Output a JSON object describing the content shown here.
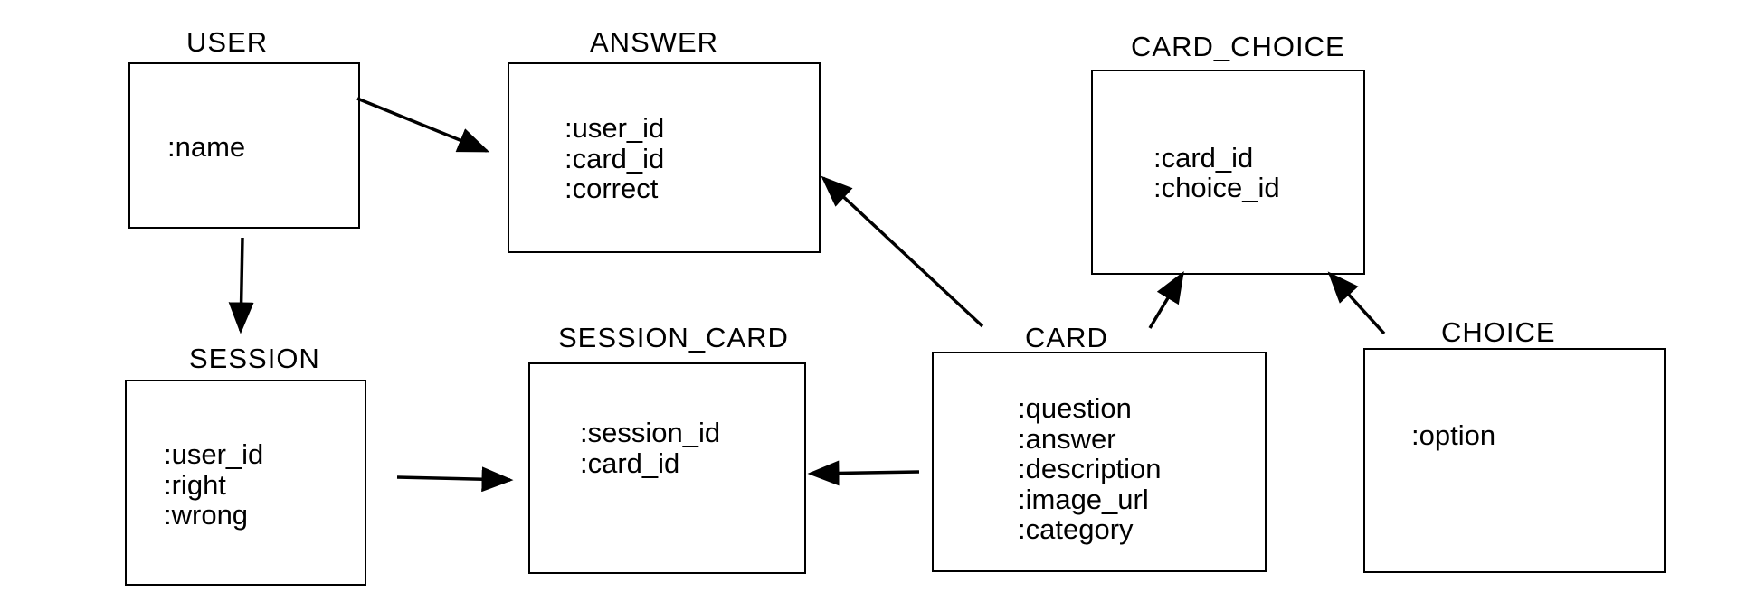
{
  "entities": {
    "user": {
      "title": "USER",
      "fields": [
        ":name"
      ]
    },
    "answer": {
      "title": "ANSWER",
      "fields": [
        ":user_id",
        ":card_id",
        ":correct"
      ]
    },
    "card_choice": {
      "title": "CARD_CHOICE",
      "fields": [
        ":card_id",
        ":choice_id"
      ]
    },
    "session": {
      "title": "SESSION",
      "fields": [
        ":user_id",
        ":right",
        ":wrong"
      ]
    },
    "session_card": {
      "title": "SESSION_CARD",
      "fields": [
        ":session_id",
        ":card_id"
      ]
    },
    "card": {
      "title": "CARD",
      "fields": [
        ":question",
        ":answer",
        ":description",
        ":image_url",
        ":category"
      ]
    },
    "choice": {
      "title": "CHOICE",
      "fields": [
        ":option"
      ]
    }
  },
  "relationships": [
    {
      "from": "user",
      "to": "answer"
    },
    {
      "from": "user",
      "to": "session"
    },
    {
      "from": "card",
      "to": "answer"
    },
    {
      "from": "card",
      "to": "card_choice"
    },
    {
      "from": "choice",
      "to": "card_choice"
    },
    {
      "from": "session",
      "to": "session_card"
    },
    {
      "from": "card",
      "to": "session_card"
    }
  ],
  "colors": {
    "stroke": "#000000",
    "background": "#ffffff"
  }
}
